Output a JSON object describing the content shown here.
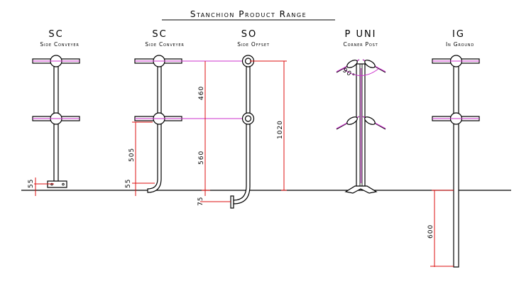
{
  "title": "Stanchion Product Range",
  "products": [
    {
      "code": "SC",
      "name": "Side Conveyer"
    },
    {
      "code": "SC",
      "name": "Side Conveyer"
    },
    {
      "code": "SO",
      "name": "Side Offset"
    },
    {
      "code": "P UNI",
      "name": "Corner Post"
    },
    {
      "code": "IG",
      "name": "In Ground"
    }
  ],
  "dimensions": {
    "sc1_base": "55",
    "sc2_base": "55",
    "sc2_height": "505",
    "upper_spacing": "460",
    "lower_spacing": "560",
    "total_height": "1020",
    "offset_drop": "75",
    "angle": "90°",
    "in_ground_depth": "600"
  },
  "colors": {
    "outline": "#000000",
    "centerline": "#cc33cc",
    "dimension": "#dd1111"
  }
}
